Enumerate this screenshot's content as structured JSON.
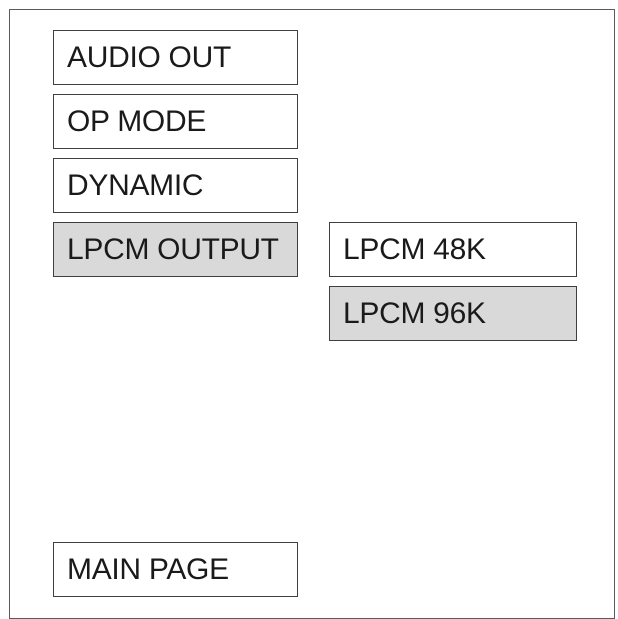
{
  "menu": {
    "items": [
      {
        "label": "AUDIO OUT",
        "selected": false
      },
      {
        "label": "OP MODE",
        "selected": false
      },
      {
        "label": "DYNAMIC",
        "selected": false
      },
      {
        "label": "LPCM OUTPUT",
        "selected": true
      }
    ],
    "main_page_label": "MAIN PAGE"
  },
  "submenu": {
    "items": [
      {
        "label": "LPCM 48K",
        "selected": false
      },
      {
        "label": "LPCM 96K",
        "selected": true
      }
    ]
  },
  "colors": {
    "selected_bg": "#d9d9d9",
    "border": "#3f3f3f",
    "text": "#1a1a1a"
  }
}
